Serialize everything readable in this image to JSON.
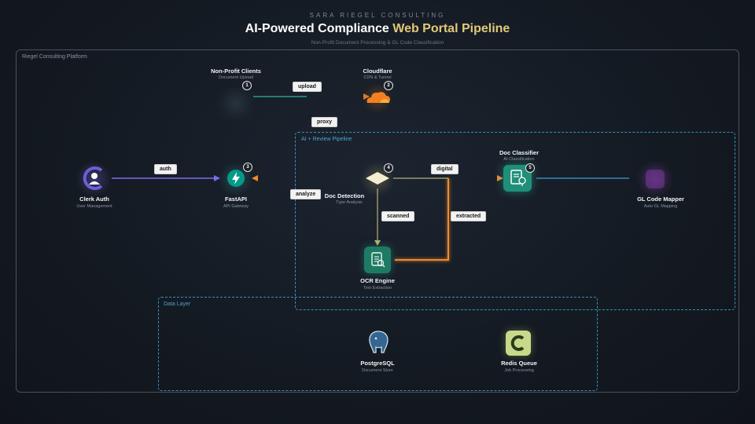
{
  "header": {
    "brand": "SARA RIEGEL CONSULTING",
    "title_main": "AI-Powered Compliance ",
    "title_highlight": "Web Portal Pipeline",
    "subtitle": "Non-Profit Document Processing & GL Code Classification"
  },
  "groups": {
    "platform": "Riegel Consulting Platform",
    "pipeline": "AI + Review Pipeline",
    "data_layer": "Data Layer"
  },
  "nodes": {
    "clients": {
      "name": "Non-Profit Clients",
      "sub": "Document Upload",
      "badge": "1"
    },
    "cloudflare": {
      "name": "Cloudflare",
      "sub": "CDN & Tunnel",
      "badge": "2"
    },
    "clerk": {
      "name": "Clerk Auth",
      "sub": "User Management"
    },
    "fastapi": {
      "name": "FastAPI",
      "sub": "API Gateway",
      "badge": "3"
    },
    "detection": {
      "name": "Doc Detection",
      "sub": "Type Analysis",
      "badge": "4"
    },
    "classifier": {
      "name": "Doc Classifier",
      "sub": "AI Classification",
      "badge": "5"
    },
    "mapper": {
      "name": "GL Code Mapper",
      "sub": "Auto GL Mapping"
    },
    "ocr": {
      "name": "OCR Engine",
      "sub": "Text Extraction"
    },
    "postgres": {
      "name": "PostgreSQL",
      "sub": "Document Store"
    },
    "redis": {
      "name": "Redis Queue",
      "sub": "Job Processing"
    }
  },
  "edges": {
    "upload": "upload",
    "proxy": "proxy",
    "auth": "auth",
    "analyze": "analyze",
    "digital": "digital",
    "scanned": "scanned",
    "extracted": "extracted"
  },
  "colors": {
    "orange": "#f08a2c",
    "purple": "#7b6cf0",
    "teal": "#2fb3a0",
    "blue": "#3aa0d8",
    "highlight": "#e2c878"
  },
  "icons": {
    "clerk": "clerk-logo-icon",
    "fastapi": "lightning-icon",
    "cloudflare": "cloud-icon",
    "detection": "diamond-decision-icon",
    "classifier": "document-bulb-icon",
    "ocr": "document-scan-icon",
    "postgres": "elephant-icon",
    "redis": "letter-c-icon",
    "mapper": "mapper-icon"
  }
}
